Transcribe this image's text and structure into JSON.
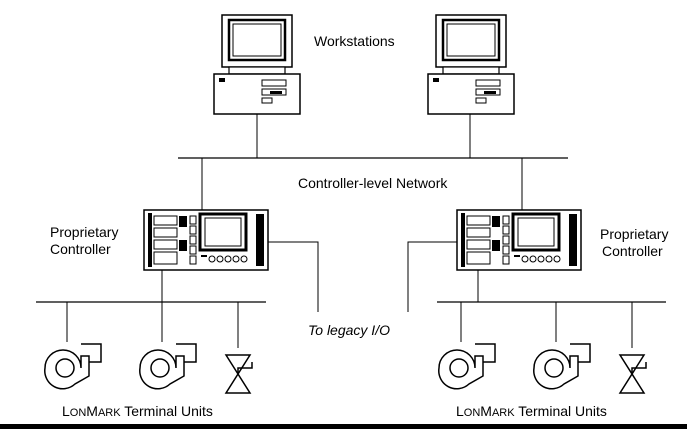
{
  "labels": {
    "workstations": "Workstations",
    "network": "Controller-level Network",
    "controller_left_line1": "Proprietary",
    "controller_left_line2": "Controller",
    "controller_right_line1": "Proprietary",
    "controller_right_line2": "Controller",
    "legacy": "To legacy I/O",
    "terminal_units_left": {
      "brand_cap1": "L",
      "brand_small1": "ON",
      "brand_cap2": "M",
      "brand_small2": "ARK",
      "rest": " Terminal Units"
    },
    "terminal_units_right": {
      "brand_cap1": "L",
      "brand_small1": "ON",
      "brand_cap2": "M",
      "brand_small2": "ARK",
      "rest": " Terminal Units"
    }
  },
  "icons": [
    "workstation-icon",
    "controller-icon",
    "fan-icon",
    "valve-icon"
  ]
}
